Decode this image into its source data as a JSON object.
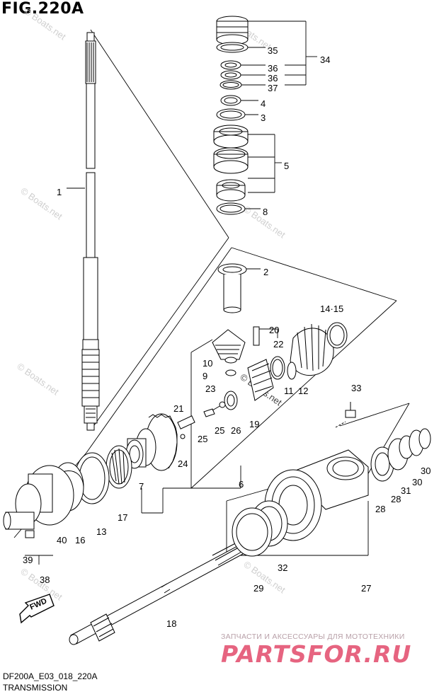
{
  "figure_title": "FIG.220A",
  "footer": {
    "code": "DF200A_E03_018_220A",
    "name": "TRANSMISSION"
  },
  "watermarks": {
    "copyright": "© Boats.net",
    "shop_caption": "ЗАПЧАСТИ И АКСЕССУАРЫ ДЛЯ МОТОТЕХНИКИ",
    "shop_logo": "PARTSFOR.RU"
  },
  "direction_label": "FWD",
  "part_labels": [
    "1",
    "35",
    "34",
    "36",
    "36",
    "37",
    "4",
    "3",
    "5",
    "8",
    "2",
    "14·15",
    "20",
    "22",
    "10",
    "9",
    "11",
    "12",
    "23",
    "21",
    "25",
    "25",
    "26",
    "19",
    "33",
    "24",
    "6",
    "7",
    "17",
    "13",
    "16",
    "40",
    "39",
    "38",
    "27",
    "28",
    "28",
    "31",
    "30",
    "30",
    "29",
    "32",
    "18"
  ]
}
